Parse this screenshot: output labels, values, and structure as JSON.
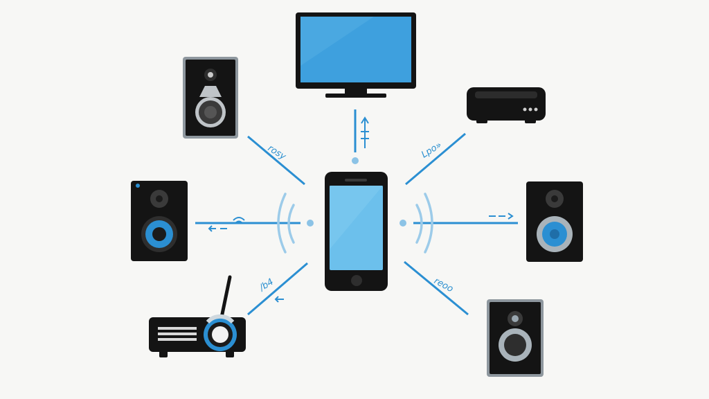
{
  "colors": {
    "background": "#f7f7f5",
    "device_body": "#141414",
    "accent_blue": "#2b8fd2",
    "screen_blue": "#3ea0de",
    "phone_screen": "#6cc0ec",
    "speaker_grey": "#8e979e"
  },
  "devices": [
    {
      "name": "tv",
      "icon": "tv-icon"
    },
    {
      "name": "streaming-box",
      "icon": "set-top-box-icon"
    },
    {
      "name": "speaker-top-left",
      "icon": "speaker-icon"
    },
    {
      "name": "speaker-left",
      "icon": "speaker-icon"
    },
    {
      "name": "speaker-right",
      "icon": "speaker-icon"
    },
    {
      "name": "speaker-bottom-right",
      "icon": "speaker-icon"
    },
    {
      "name": "projector",
      "icon": "projector-icon"
    },
    {
      "name": "smartphone",
      "icon": "smartphone-icon"
    }
  ],
  "labels": {
    "top_left": "rosy",
    "top_right": "Lpo»",
    "bottom_left": "/b4",
    "bottom_right": "reoo"
  }
}
